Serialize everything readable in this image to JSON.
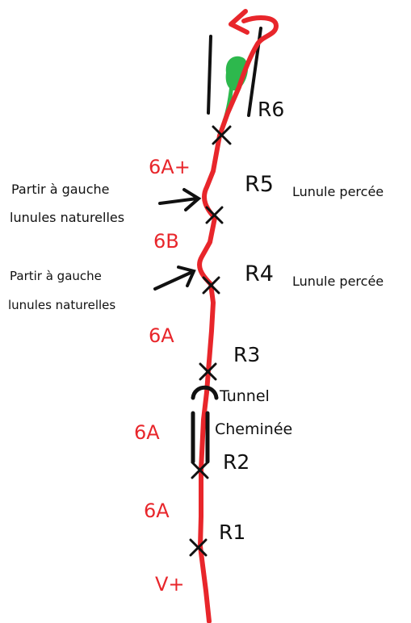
{
  "topo": {
    "belays": {
      "r1": "R1",
      "r2": "R2",
      "r3": "R3",
      "r4": "R4",
      "r5": "R5",
      "r6": "R6"
    },
    "grades": {
      "p1": "V+",
      "p2": "6A",
      "p3": "6A",
      "p4": "6A",
      "p5": "6B",
      "p6": "6A+"
    },
    "features": {
      "chimney": "Cheminée",
      "tunnel": "Tunnel",
      "pierced_thread_r4": "Lunule percée",
      "pierced_thread_r5": "Lunule percée"
    },
    "notes": {
      "p6_line1": "Partir à gauche",
      "p6_line2": "lunules naturelles",
      "p5_line1": "Partir à gauche",
      "p5_line2": "lunules naturelles"
    },
    "colors": {
      "route": "#e8262b",
      "vegetation": "#2db84d",
      "ink": "#111111"
    }
  }
}
